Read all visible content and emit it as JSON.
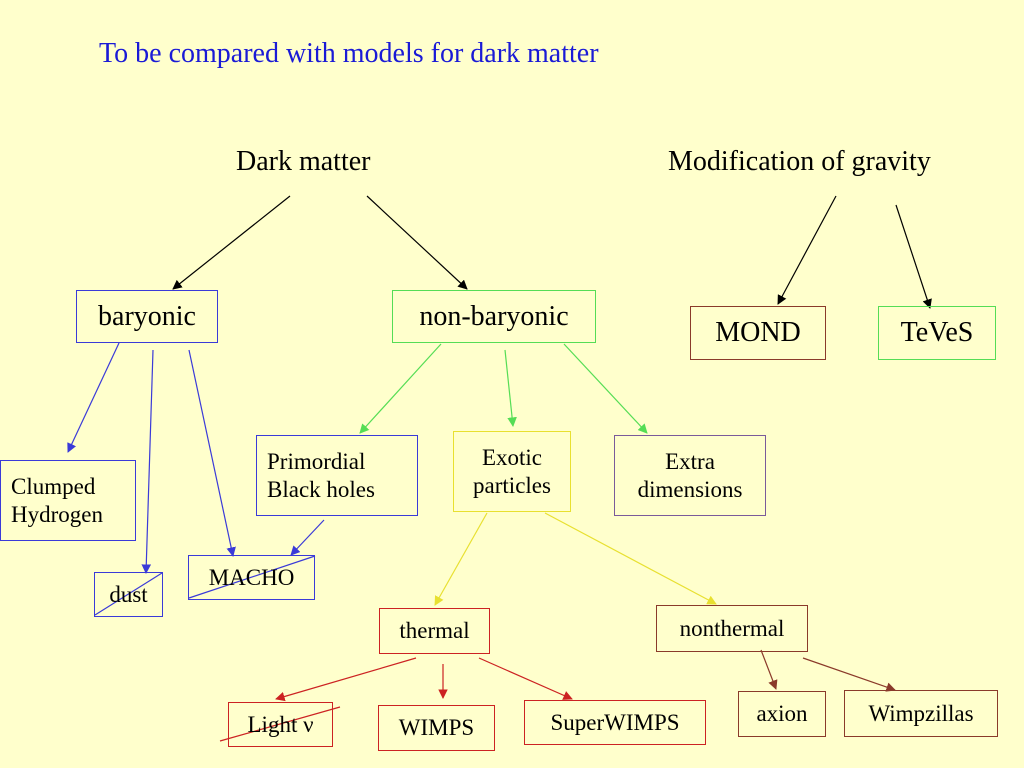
{
  "title": "To be compared with models for dark matter",
  "headings": {
    "dark_matter": "Dark matter",
    "modified_gravity": "Modification of gravity"
  },
  "nodes": {
    "baryonic": "baryonic",
    "non_baryonic": "non-baryonic",
    "mond": "MOND",
    "teves": "TeVeS",
    "clumped_line1": "Clumped",
    "clumped_line2": "Hydrogen",
    "dust": "dust",
    "macho": "MACHO",
    "pbh_line1": "Primordial",
    "pbh_line2": "Black  holes",
    "exotic_line1": "Exotic",
    "exotic_line2": "particles",
    "extra_line1": "Extra",
    "extra_line2": "dimensions",
    "thermal": "thermal",
    "nonthermal": "nonthermal",
    "light_nu": "Light ν",
    "wimps": "WIMPS",
    "superwimps": "SuperWIMPS",
    "axion": "axion",
    "wimpzillas": "Wimpzillas"
  },
  "colors": {
    "background": "#ffffcc",
    "title": "#1a1ad6",
    "black_arrow": "#000000",
    "blue": "#3a3ad8",
    "green": "#55dd55",
    "yellow": "#e8e030",
    "red": "#cc2222",
    "brown": "#8a3a2a"
  }
}
